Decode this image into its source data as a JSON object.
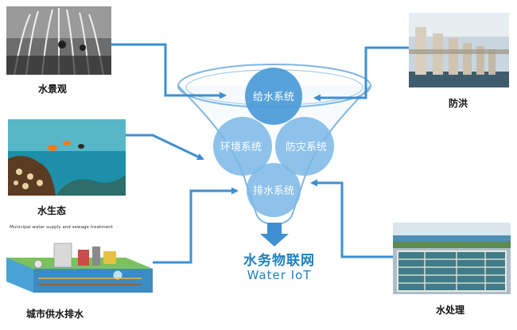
{
  "center": {
    "circles": [
      {
        "id": "water-supply",
        "label": "给水系统"
      },
      {
        "id": "environment",
        "label": "环境系统"
      },
      {
        "id": "disaster-prevention",
        "label": "防灾系统"
      },
      {
        "id": "drainage",
        "label": "排水系统"
      }
    ],
    "title_cn": "水务物联网",
    "title_en": "Water IoT"
  },
  "sources": {
    "left_top": {
      "caption": "水景观",
      "image": "fountain-photo"
    },
    "left_middle": {
      "caption": "水生态",
      "image": "coral-reef-photo"
    },
    "left_bottom": {
      "caption": "城市供水排水",
      "image": "water-supply-diagram",
      "inset_text": "Municipal water supply and sewage treatment"
    },
    "right_top": {
      "caption": "防洪",
      "image": "flood-gate-photo"
    },
    "right_bottom": {
      "caption": "水处理",
      "image": "treatment-plant-photo"
    }
  },
  "colors": {
    "arrow": "#3d8fd1",
    "funnel_stroke": "#7fb6e0",
    "circle_fill": "#4a9ad8",
    "title": "#1f7fc0"
  }
}
